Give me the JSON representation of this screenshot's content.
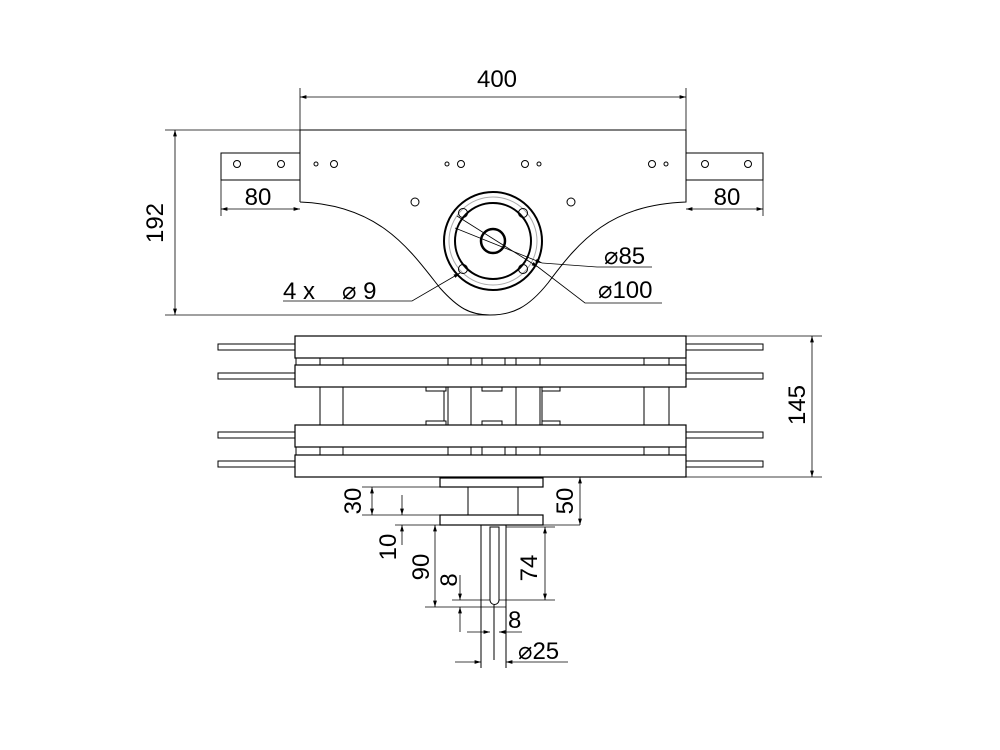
{
  "top_view": {
    "width_dim": "400",
    "height_dim": "192",
    "bracket_left_dim": "80",
    "bracket_right_dim": "80",
    "bolt_count": "4 x",
    "bolt_diameter": "⌀ 9",
    "inner_diameter": "⌀85",
    "outer_diameter": "⌀100"
  },
  "side_view": {
    "height_dim": "145",
    "hub_height_dim": "30",
    "flange_thickness_dim": "10",
    "hub_total_dim": "50",
    "shaft_length_dim": "90",
    "keyway_length_dim": "74",
    "keyway_end_dim": "8",
    "keyway_width_dim": "8",
    "shaft_diameter_dim": "⌀25"
  }
}
